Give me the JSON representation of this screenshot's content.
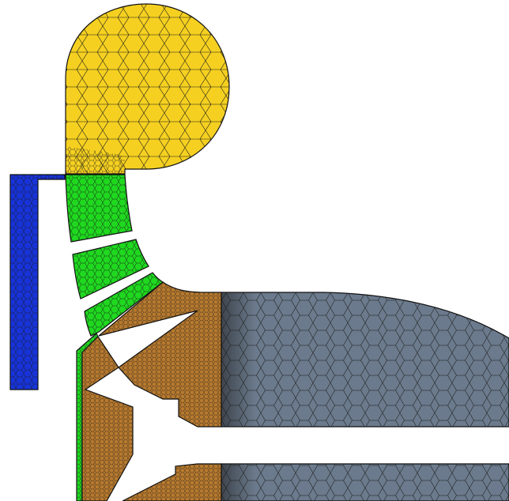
{
  "diagram": {
    "type": "computational-mesh-cross-section",
    "regions": [
      {
        "name": "volute-region",
        "color": "#f5d020",
        "cell_pattern": "polyhedral-coarse"
      },
      {
        "name": "inlet-duct-region",
        "color": "#1733d8",
        "cell_pattern": "polyhedral-fine"
      },
      {
        "name": "vane-passage-region",
        "color": "#1fd81f",
        "cell_pattern": "polyhedral-fine"
      },
      {
        "name": "rotor-region",
        "color": "#b87a2e",
        "cell_pattern": "polyhedral-very-fine"
      },
      {
        "name": "exhaust-region",
        "color": "#6b7a8c",
        "cell_pattern": "polyhedral-graded"
      }
    ],
    "outline_color": "#111111",
    "mesh_line_color": "#1a1a1a"
  }
}
